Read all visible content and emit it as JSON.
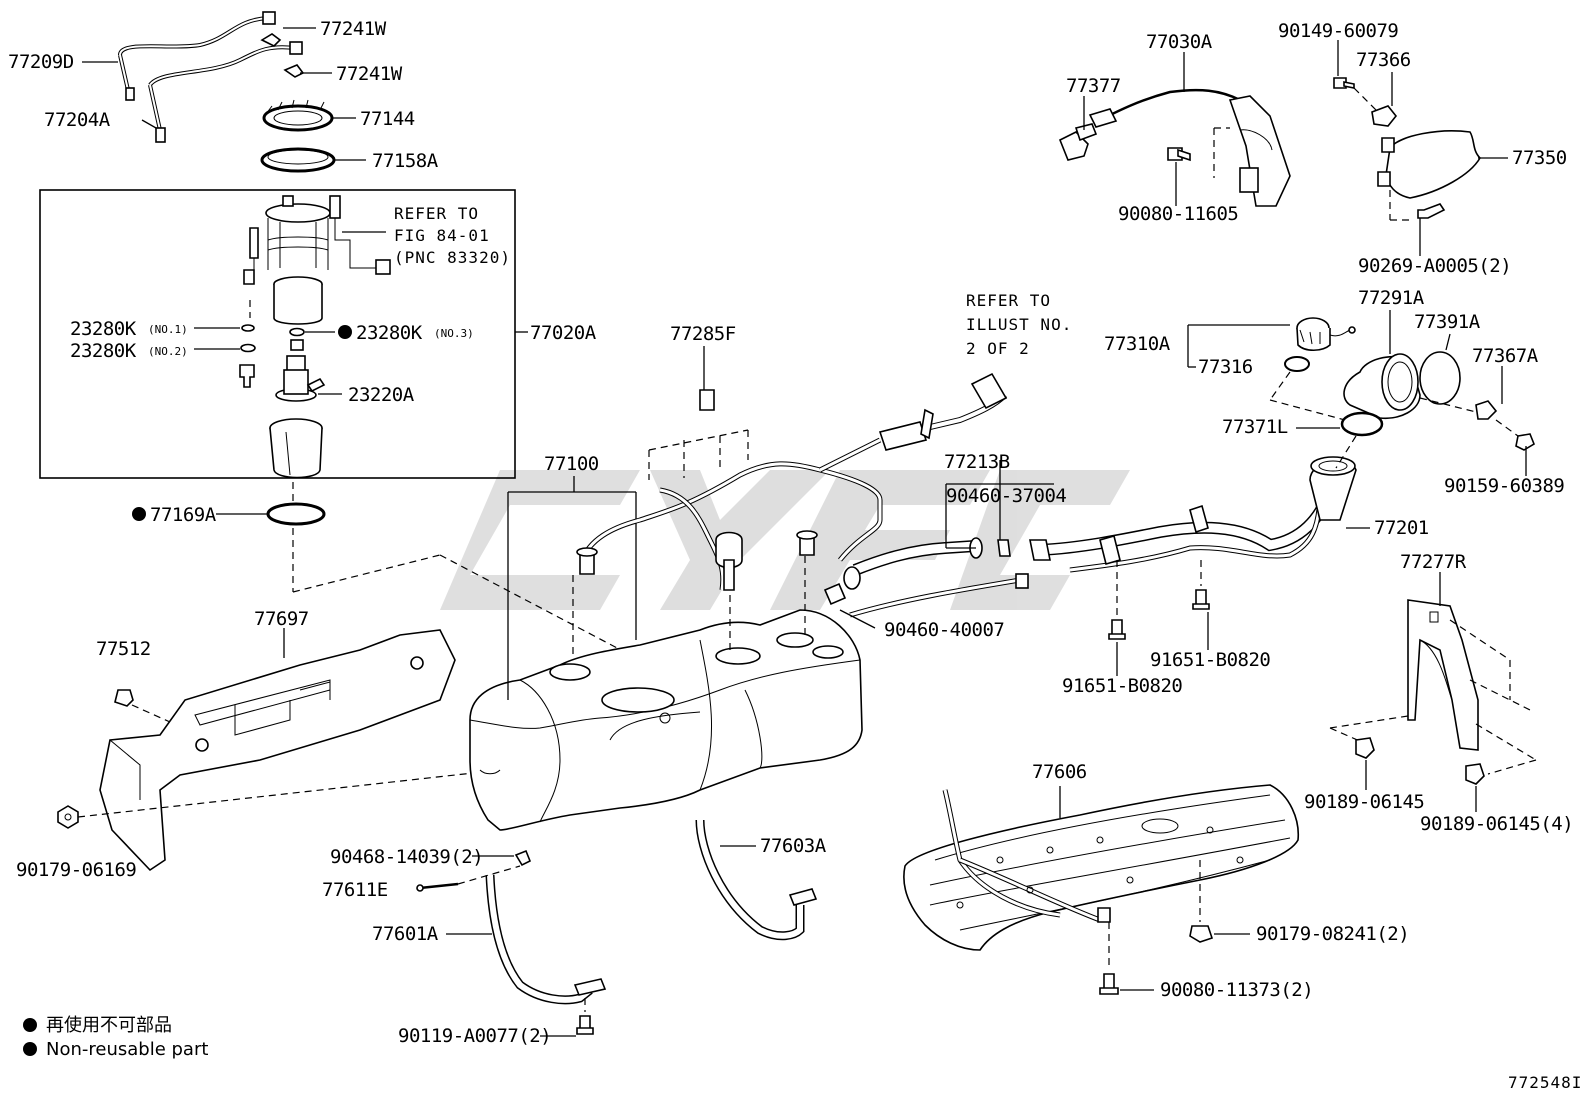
{
  "labels": {
    "p77209D": "77209D",
    "p77241W_a": "77241W",
    "p77241W_b": "77241W",
    "p77204A": "77204A",
    "p77144": "77144",
    "p77158A": "77158A",
    "p23280K_1": "23280K",
    "p23280K_1_note": "(NO.1)",
    "p23280K_2": "23280K",
    "p23280K_2_note": "(NO.2)",
    "p23280K_3": "23280K",
    "p23280K_3_note": "(NO.3)",
    "p77020A": "77020A",
    "p23220A": "23220A",
    "p77169A": "77169A",
    "p77697": "77697",
    "p77512": "77512",
    "p90179_06169": "90179-06169",
    "p77285F": "77285F",
    "p77100": "77100",
    "p77213B": "77213B",
    "p90460_37004": "90460-37004",
    "p90460_40007": "90460-40007",
    "p77377": "77377",
    "p77030A": "77030A",
    "p90080_11605": "90080-11605",
    "p90149_60079": "90149-60079",
    "p77366": "77366",
    "p77350": "77350",
    "p90269_A0005": "90269-A0005(2)",
    "p77310A": "77310A",
    "p77316": "77316",
    "p77291A": "77291A",
    "p77391A": "77391A",
    "p77367A": "77367A",
    "p77371L": "77371L",
    "p90159_60389": "90159-60389",
    "p77201": "77201",
    "p91651_B0820_a": "91651-B0820",
    "p91651_B0820_b": "91651-B0820",
    "p77277R": "77277R",
    "p90189_06145": "90189-06145",
    "p90189_06145_4": "90189-06145(4)",
    "p77606": "77606",
    "p90179_08241": "90179-08241(2)",
    "p90080_11373": "90080-11373(2)",
    "p90468_14039": "90468-14039(2)",
    "p77611E": "77611E",
    "p77603A": "77603A",
    "p77601A": "77601A",
    "p90119_A0077": "90119-A0077(2)"
  },
  "refs": {
    "fig_line1": "REFER TO",
    "fig_line2": "FIG 84-01",
    "fig_line3": "(PNC 83320)",
    "illust_line1": "REFER TO",
    "illust_line2": "ILLUST NO.",
    "illust_line3": "2 OF 2"
  },
  "legend": {
    "japanese": "再使用不可部品",
    "english": "Non-reusable part"
  },
  "figure_id": "772548I",
  "colors": {
    "line": "#000000",
    "background": "#ffffff",
    "watermark": "#d6d6d6"
  }
}
